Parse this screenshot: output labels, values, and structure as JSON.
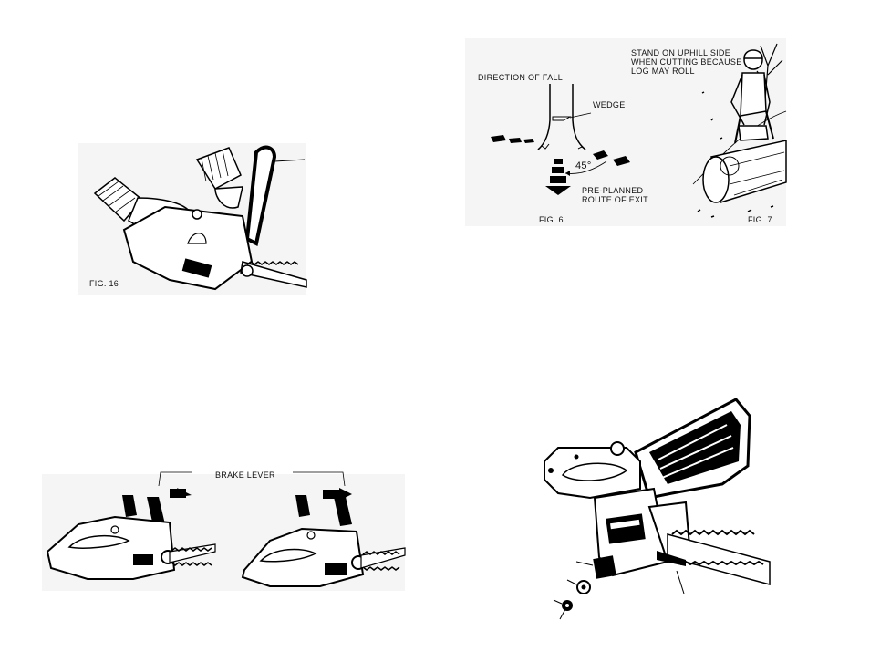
{
  "fig16": {
    "caption": "FIG. 16"
  },
  "fig6": {
    "caption": "FIG. 6",
    "direction_of_fall": "DIRECTION OF FALL",
    "wedge": "WEDGE",
    "angle": "45°",
    "exit_line1": "PRE-PLANNED",
    "exit_line2": "ROUTE OF EXIT"
  },
  "fig7": {
    "caption": "FIG. 7",
    "warning_line1": "STAND ON UPHILL SIDE",
    "warning_line2": "WHEN CUTTING BECAUSE",
    "warning_line3": "LOG MAY ROLL"
  },
  "brake": {
    "label": "BRAKE LEVER"
  }
}
